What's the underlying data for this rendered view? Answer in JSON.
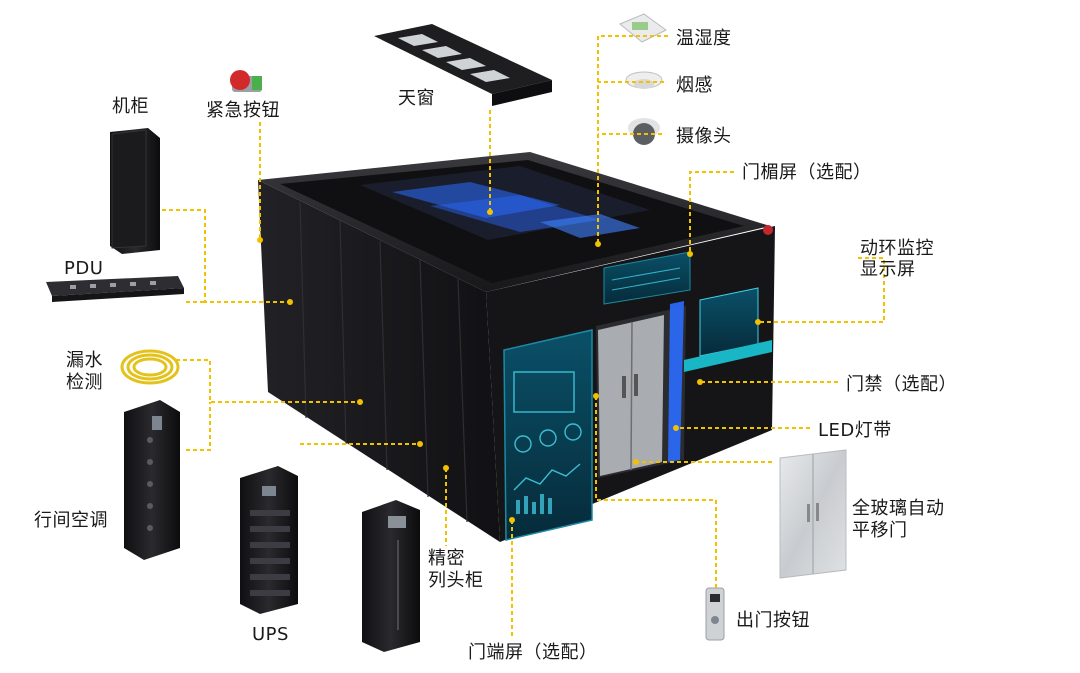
{
  "labels": {
    "cabinet": "机柜",
    "emergency_button": "紧急按钮",
    "skylight": "天窗",
    "temp_humidity": "温湿度",
    "smoke": "烟感",
    "camera": "摄像头",
    "lintel_screen": "门楣屏（选配）",
    "env_monitor_line1": "动环监控",
    "env_monitor_line2": "显示屏",
    "pdu": "PDU",
    "leak_line1": "漏水",
    "leak_line2": "检测",
    "access_control": "门禁（选配）",
    "led_strip": "LED灯带",
    "inrow_ac": "行间空调",
    "glass_door_line1": "全玻璃自动",
    "glass_door_line2": "平移门",
    "precision_line1": "精密",
    "precision_line2": "列头柜",
    "ups": "UPS",
    "exit_button": "出门按钮",
    "end_screen": "门端屏（选配）"
  },
  "colors": {
    "leader": "#f2c200",
    "body": "#1c1c1e",
    "glow": "#2a6bff",
    "screen": "#0e6f86",
    "accent": "#19b7c6"
  }
}
